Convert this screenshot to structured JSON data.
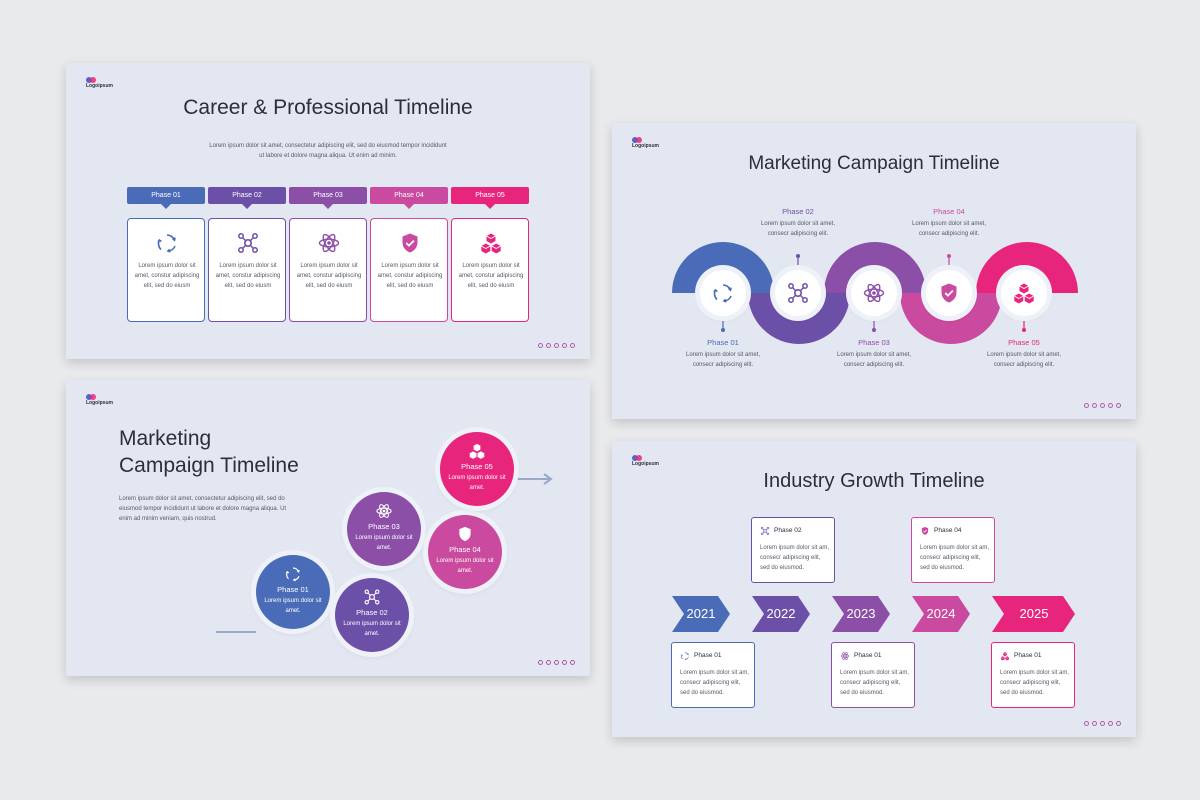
{
  "logo_text": "Logoipsum",
  "colors": {
    "phase1": "#4a6cb8",
    "phase2": "#6c4fa7",
    "phase3": "#8c4fa8",
    "phase4": "#c94a9e",
    "phase5": "#e8257d"
  },
  "icons": [
    "cycle-arrows-icon",
    "network-gears-icon",
    "atom-icon",
    "shield-check-icon",
    "cubes-icon"
  ],
  "slide1": {
    "title": "Career & Professional Timeline",
    "paragraph": "Lorem ipsum dolor sit amet, consectetur adipiscing elit, sed do eiusmod tempor incididunt ut labore et dolore magna aliqua. Ut enim ad minim.",
    "phases": [
      {
        "label": "Phase 01",
        "text": "Lorem ipsum dolor sit amet, constur adipiscing elit, sed do eiusm"
      },
      {
        "label": "Phase 02",
        "text": "Lorem ipsum dolor sit amet, constur adipiscing elit, sed do eiusm"
      },
      {
        "label": "Phase 03",
        "text": "Lorem ipsum dolor sit amet, constur adipiscing elit, sed do eiusm"
      },
      {
        "label": "Phase 04",
        "text": "Lorem ipsum dolor sit amet, constur adipiscing elit, sed do eiusm"
      },
      {
        "label": "Phase 05",
        "text": "Lorem ipsum dolor sit amet, constur adipiscing elit, sed do eiusm"
      }
    ]
  },
  "slide2": {
    "title_line1": "Marketing",
    "title_line2": "Campaign Timeline",
    "paragraph": "Lorem ipsum dolor sit amet, consectetur adipiscing elit, sed do eiusmod tempor incididunt ut labore et dolore magna aliqua. Ut enim ad minim veniam, quis nostrud.",
    "phases": [
      {
        "label": "Phase 01",
        "text": "Lorem ipsum dolor sit amet."
      },
      {
        "label": "Phase 02",
        "text": "Lorem ipsum dolor sit amet."
      },
      {
        "label": "Phase 03",
        "text": "Lorem ipsum dolor sit amet."
      },
      {
        "label": "Phase 04",
        "text": "Lorem ipsum dolor sit amet."
      },
      {
        "label": "Phase 05",
        "text": "Lorem ipsum dolor sit amet."
      }
    ]
  },
  "slide3": {
    "title": "Marketing Campaign Timeline",
    "phases": [
      {
        "label": "Phase 01",
        "text": "Lorem ipsum dolor sit amet, consecr adipiscing elit."
      },
      {
        "label": "Phase 02",
        "text": "Lorem ipsum dolor sit amet, consecr adipiscing elit."
      },
      {
        "label": "Phase 03",
        "text": "Lorem ipsum dolor sit amet, consecr adipiscing elit."
      },
      {
        "label": "Phase 04",
        "text": "Lorem ipsum dolor sit amet, consecr adipiscing elit."
      },
      {
        "label": "Phase 05",
        "text": "Lorem ipsum dolor sit amet, consecr adipiscing elit."
      }
    ]
  },
  "slide4": {
    "title": "Industry Growth Timeline",
    "years": [
      "2021",
      "2022",
      "2023",
      "2024",
      "2025"
    ],
    "boxes": [
      {
        "label": "Phase 01",
        "text": "Lorem ipsum dolor sit am, consecr adipiscing elit, sed do eiusmod."
      },
      {
        "label": "Phase 02",
        "text": "Lorem ipsum dolor sit am, consecr adipiscing elit, sed do eiusmod."
      },
      {
        "label": "Phase 01",
        "text": "Lorem ipsum dolor sit am, consecr adipiscing elit, sed do eiusmod."
      },
      {
        "label": "Phase 04",
        "text": "Lorem ipsum dolor sit am, consecr adipiscing elit, sed do eiusmod."
      },
      {
        "label": "Phase 01",
        "text": "Lorem ipsum dolor sit am, consecr adipiscing elit, sed do eiusmod."
      }
    ]
  }
}
